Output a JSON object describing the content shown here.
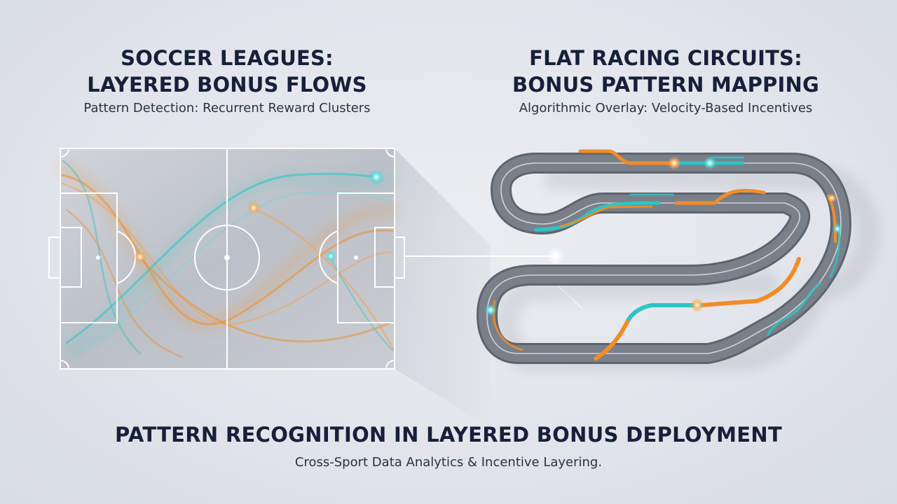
{
  "soccer": {
    "title_line1": "SOCCER LEAGUES:",
    "title_line2": "LAYERED BONUS FLOWS",
    "subtitle": "Pattern Detection: Recurrent Reward Clusters"
  },
  "racing": {
    "title_line1": "FLAT RACING CIRCUITS:",
    "title_line2": "BONUS PATTERN MAPPING",
    "subtitle": "Algorithmic Overlay: Velocity-Based Incentives"
  },
  "footer": {
    "title": "PATTERN RECOGNITION IN LAYERED BONUS DEPLOYMENT",
    "subtitle": "Cross-Sport Data Analytics & Incentive Layering."
  },
  "colors": {
    "orange": "#f28c28",
    "teal": "#2ec4c4",
    "track": "#6b717c",
    "pitch": "#b9bdc5",
    "heading": "#17203a"
  }
}
